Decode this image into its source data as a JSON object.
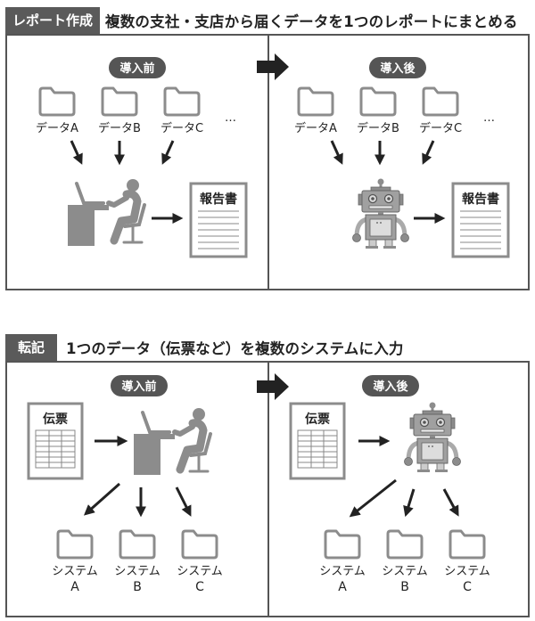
{
  "colors": {
    "tag_bg": "#5a5a5a",
    "frame": "#555555",
    "icon_gray": "#8c8c8c",
    "arrow": "#222222",
    "badge_bg": "#555555"
  },
  "sections": [
    {
      "tag": "レポート作成",
      "headline": "複数の支社・支店から届くデータを1つのレポートにまとめる",
      "before": {
        "badge": "導入前",
        "inputs": [
          "データA",
          "データB",
          "データC"
        ],
        "ellipsis": "…",
        "actor": "person-at-desk-icon",
        "output": "報告書"
      },
      "after": {
        "badge": "導入後",
        "inputs": [
          "データA",
          "データB",
          "データC"
        ],
        "ellipsis": "…",
        "actor": "robot-icon",
        "output": "報告書"
      }
    },
    {
      "tag": "転記",
      "headline": "1つのデータ（伝票など）を複数のシステムに入力",
      "before": {
        "badge": "導入前",
        "input": "伝票",
        "actor": "person-at-desk-icon",
        "outputs": [
          {
            "line1": "システム",
            "line2": "A"
          },
          {
            "line1": "システム",
            "line2": "B"
          },
          {
            "line1": "システム",
            "line2": "C"
          }
        ]
      },
      "after": {
        "badge": "導入後",
        "input": "伝票",
        "actor": "robot-icon",
        "outputs": [
          {
            "line1": "システム",
            "line2": "A"
          },
          {
            "line1": "システム",
            "line2": "B"
          },
          {
            "line1": "システム",
            "line2": "C"
          }
        ]
      }
    }
  ]
}
